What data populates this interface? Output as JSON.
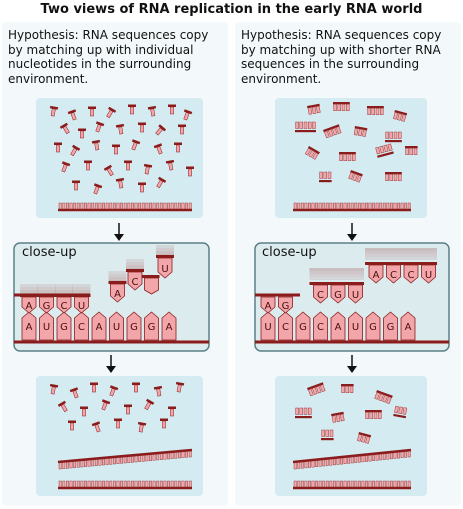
{
  "title": "Two views of RNA replication in the early RNA world",
  "panels": [
    {
      "hypothesis": "Hypothesis: RNA sequences copy by matching up with individual nucleotides in the surrounding environment.",
      "closeup_label": "close-up",
      "template_bases": [
        "A",
        "U",
        "G",
        "C",
        "A",
        "U",
        "G",
        "G",
        "A"
      ],
      "paired_bases": [
        "A",
        "G",
        "C",
        "U"
      ],
      "incoming_bases": [
        "A",
        "C",
        "U"
      ]
    },
    {
      "hypothesis": "Hypothesis: RNA sequences copy by matching up with shorter RNA sequences in the surrounding environment.",
      "closeup_label": "close-up",
      "template_bases": [
        "U",
        "C",
        "G",
        "C",
        "A",
        "U",
        "G",
        "G",
        "A"
      ],
      "paired_bases": [
        "A",
        "G"
      ],
      "incoming_fragments": [
        [
          "C",
          "G",
          "U"
        ],
        [
          "A",
          "C",
          "C",
          "U"
        ]
      ]
    }
  ],
  "colors": {
    "box_fill": "#d4ebf1",
    "closeup_fill": "#dcebee",
    "nucleotide": "#f2a6a9",
    "backbone": "#8b1c1c",
    "arrow": "#111111"
  }
}
